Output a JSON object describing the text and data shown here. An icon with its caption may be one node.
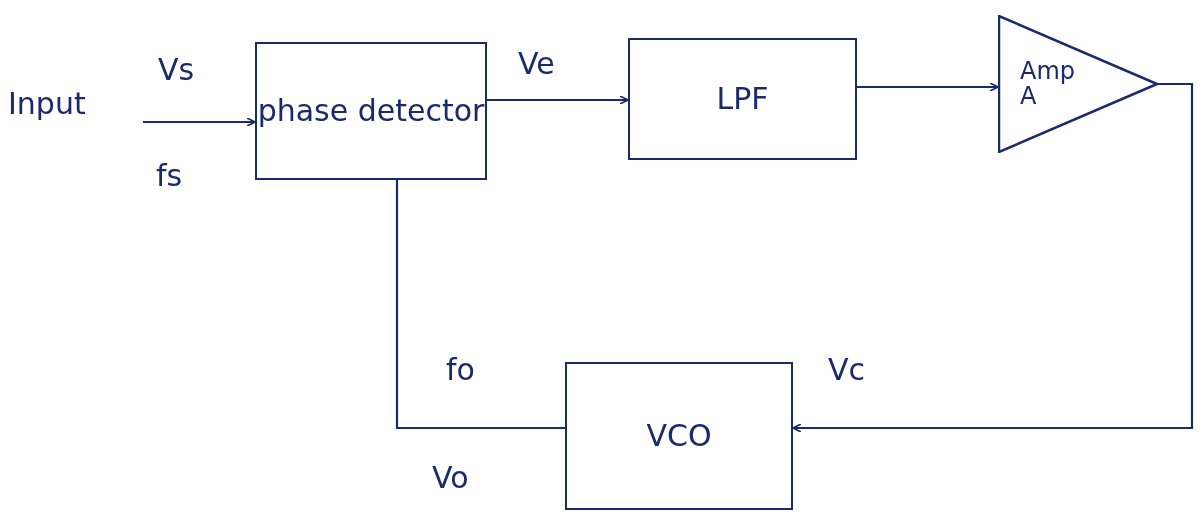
{
  "diagram": {
    "nodes": [
      {
        "text": [
          "Input"
        ]
      },
      {
        "text": [
          "phase detector"
        ]
      },
      {
        "text": [
          "LPF"
        ]
      },
      {
        "text": [
          "Amp",
          "A"
        ]
      },
      {
        "text": [
          "VCO"
        ]
      }
    ],
    "edges": [
      {
        "from": 0,
        "to": 1,
        "arrow": "to",
        "label": "Vs"
      },
      {
        "from": 1,
        "to": 2,
        "arrow": "to",
        "label": "Ve"
      },
      {
        "from": 2,
        "to": 3,
        "arrow": "to"
      },
      {
        "from": 3,
        "to": 4,
        "arrow": "to",
        "label": "Vc"
      },
      {
        "from": 4,
        "to": 1,
        "arrow": "none",
        "label": "fo"
      }
    ],
    "labels": [
      "fs",
      "Vo"
    ]
  }
}
